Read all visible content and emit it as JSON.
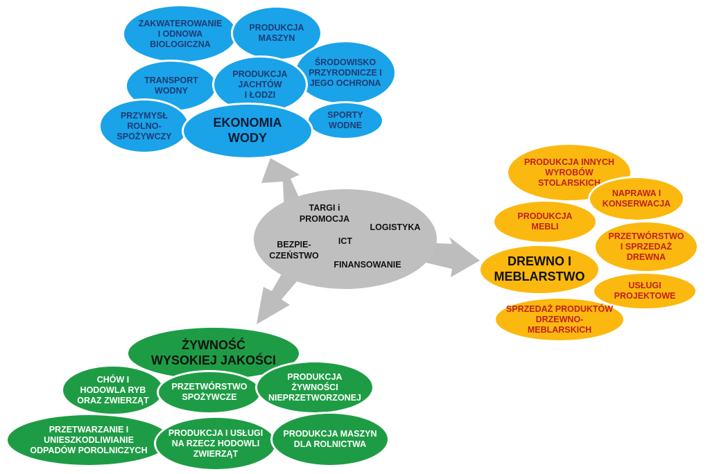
{
  "center": {
    "targi": "TARGI i\nPROMOCJA",
    "logistyka": "LOGISTYKA",
    "ict": "ICT",
    "bezpieczenstwo": "BEZPIE-\nCZEŃSTWO",
    "finansowanie": "FINANSOWANIE"
  },
  "water": {
    "hub": "EKONOMIA\nWODY",
    "items": [
      "ZAKWATEROWANIE\nI ODNOWA\nBIOLOGICZNA",
      "PRODUKCJA\nMASZYN",
      "ŚRODOWISKO\nPRZYRODNICZE I\nJEGO OCHRONA",
      "TRANSPORT\nWODNY",
      "PRODUKCJA\nJACHTÓW\nI ŁODZI",
      "PRZYMYSŁ\nROLNO-\nSPOŻYWCZY",
      "SPORTY\nWODNE"
    ]
  },
  "wood": {
    "hub": "DREWNO I\nMEBLARSTWO",
    "items": [
      "PRODUKCJA INNYCH\nWYROBÓW\nSTOLARSKICH",
      "NAPRAWA I\nKONSERWACJA",
      "PRODUKCJA\nMEBLI",
      "PRZETWÓRSTWO\nI  SPRZEDAŻ\nDREWNA",
      "USŁUGI\nPROJEKTOWE",
      "SPRZEDAŻ PRODUKTÓW\nDRZEWNO-\nMEBLARSKICH"
    ]
  },
  "food": {
    "hub": "ŻYWNOŚĆ\nWYSOKIEJ JAKOŚCI",
    "items": [
      "CHÓW I\nHODOWLA  RYB\nORAZ ZWIERZĄT",
      "PRZETWÓRSTWO\nSPOŻYWCZE",
      "PRODUKCJA\nŻYWNOŚCI\nNIEPRZETWORZONEJ",
      "PRZETWARZANIE I\nUNIESZKODLIWIANIE\nODPADÓW POROLNICZYCH",
      "PRODUKCJA I USŁUGI\nNA RZECZ HODOWLI\nZWIERZĄT",
      "PRODUKCJA MASZYN\nDLA ROLNICTWA"
    ]
  },
  "colors": {
    "water": "#1aa3e8",
    "wood": "#fbb80f",
    "food": "#1e9c45",
    "core": "#bfbfbf"
  }
}
